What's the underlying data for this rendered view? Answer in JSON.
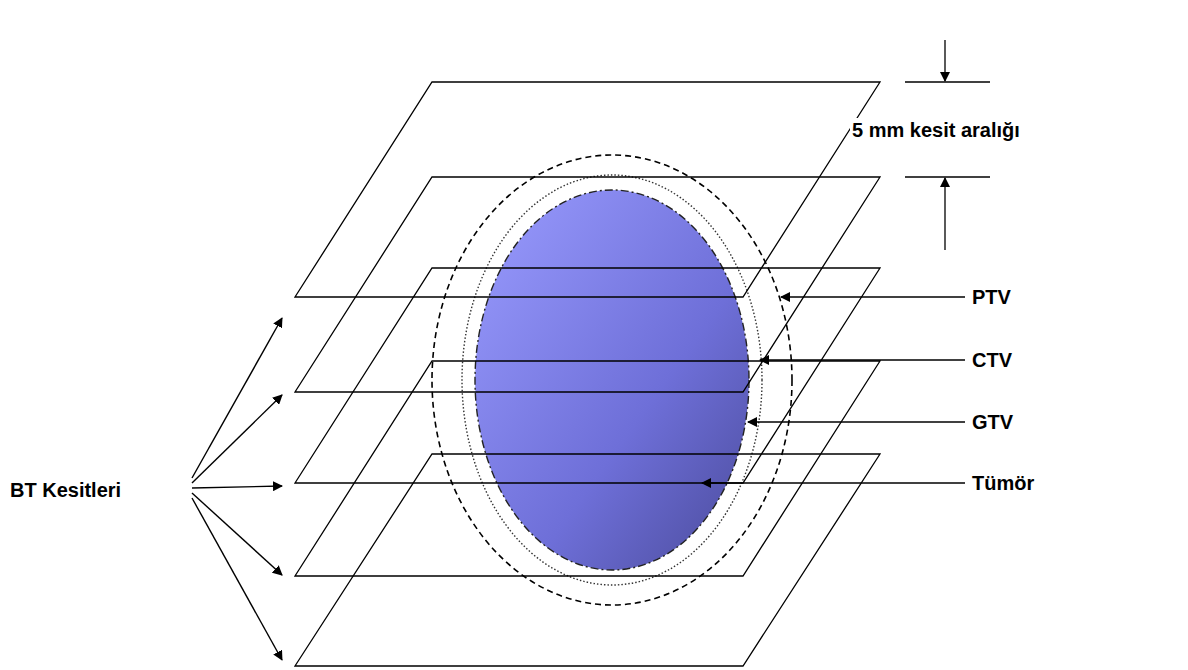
{
  "diagram": {
    "labels": [
      "5 mm kesit aralığı",
      "PTV",
      "CTV",
      "GTV",
      "Tümör",
      "BT Kesitleri"
    ]
  }
}
